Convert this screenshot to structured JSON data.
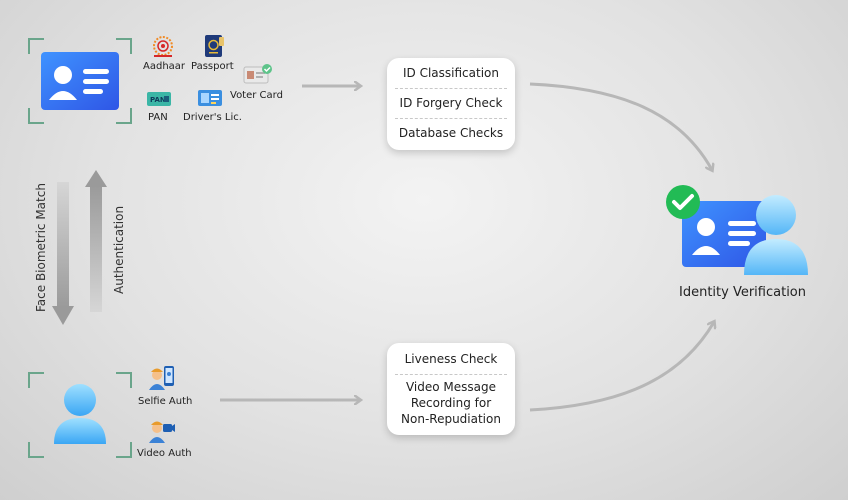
{
  "documents": {
    "aadhaar": "Aadhaar",
    "passport": "Passport",
    "voter_card": "Voter Card",
    "pan": "PAN",
    "drivers_lic": "Driver's Lic."
  },
  "id_checks": {
    "classification": "ID Classification",
    "forgery": "ID Forgery Check",
    "database": "Database Checks"
  },
  "liveness_checks": {
    "liveness": "Liveness Check",
    "video_line1": "Video Message",
    "video_line2": "Recording for",
    "video_line3": "Non-Repudiation"
  },
  "auth_methods": {
    "selfie": "Selfie Auth",
    "video": "Video Auth"
  },
  "side_labels": {
    "face_match": "Face Biometric Match",
    "authentication": "Authentication"
  },
  "result": {
    "title": "Identity Verification"
  },
  "colors": {
    "frame": "#6aa58b",
    "accent_blue": "#2f7cf0",
    "check_green": "#22bb55"
  }
}
